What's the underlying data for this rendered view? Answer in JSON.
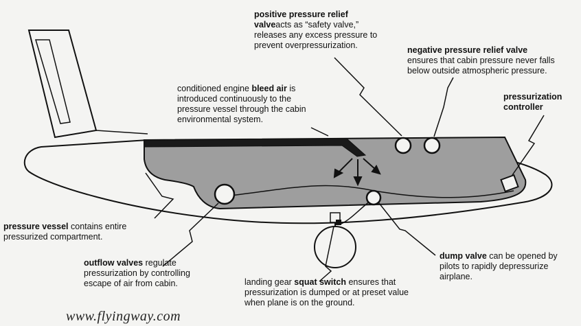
{
  "labels": {
    "positive_relief": {
      "term": "positive pressure relief valve",
      "term_line1": "positive pressure relief",
      "term_line2": "valve",
      "text_inline": "acts as “safety valve,”",
      "text_rest": "releases any excess pressure to prevent overpressurization."
    },
    "negative_relief": {
      "term": "negative pressure relief valve",
      "text": "ensures that cabin pressure never falls below outside atmospheric pressure."
    },
    "bleed_air": {
      "prefix": "conditioned engine ",
      "term": "bleed air",
      "text": "is introduced continuously to the pressure vessel through the cabin environmental system."
    },
    "pressurization_controller": {
      "term": "pressurization controller"
    },
    "pressure_vessel": {
      "term": "pressure vessel",
      "text": " contains entire pressurized compartment."
    },
    "outflow_valves": {
      "term": "outflow valves",
      "text": " regulate pressurization by controlling escape of air from cabin."
    },
    "squat_switch": {
      "prefix": "landing gear ",
      "term": "squat switch",
      "text": " ensures that pressurization is dumped or at preset value when plane is on the ground."
    },
    "dump_valve": {
      "term": "dump valve",
      "text": " can be opened by pilots to rapidly depressurize airplane."
    }
  },
  "watermark": "www.flyingway.com",
  "colors": {
    "background": "#f4f4f2",
    "vessel_fill": "#9e9e9e",
    "line": "#111111",
    "duct": "#1a1a1a"
  }
}
